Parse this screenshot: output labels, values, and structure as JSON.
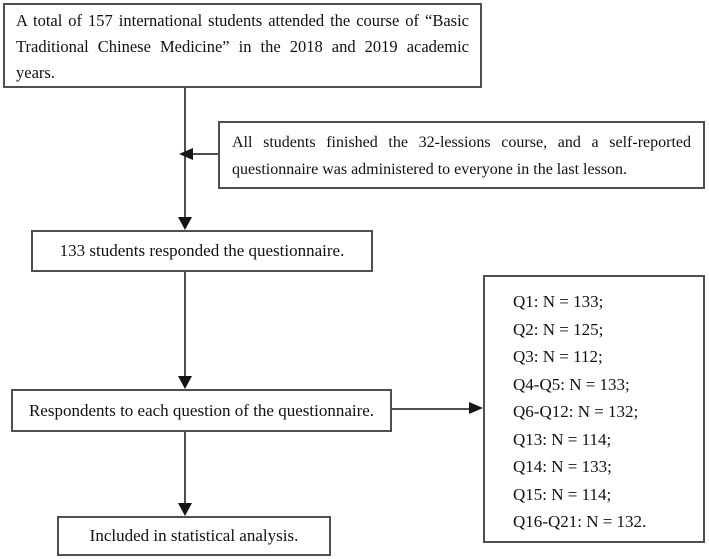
{
  "diagram": {
    "boxes": {
      "total_students": {
        "text": "A total of 157 international students attended the course of “Basic Traditional Chinese Medicine” in the 2018 and 2019 academic years."
      },
      "course_finished": {
        "text": "All students finished the 32-lessions course, and a self-reported questionnaire was administered to everyone in the last lesson."
      },
      "responded": {
        "text": "133 students responded the questionnaire."
      },
      "respondents_per_question": {
        "text": "Respondents to each question of the questionnaire."
      },
      "question_counts": {
        "lines": [
          "Q1: N = 133;",
          "Q2: N = 125;",
          "Q3: N = 112;",
          "Q4-Q5: N = 133;",
          "Q6-Q12: N = 132;",
          "Q13: N = 114;",
          "Q14: N = 133;",
          "Q15: N = 114;",
          "Q16-Q21: N = 132."
        ]
      },
      "included": {
        "text": "Included in statistical analysis."
      }
    },
    "colors": {
      "box_border": "#4f4f4f",
      "connector_line": "#4f4f4f",
      "arrowhead": "#151515",
      "background": "#ffffff",
      "text": "#111111"
    }
  }
}
